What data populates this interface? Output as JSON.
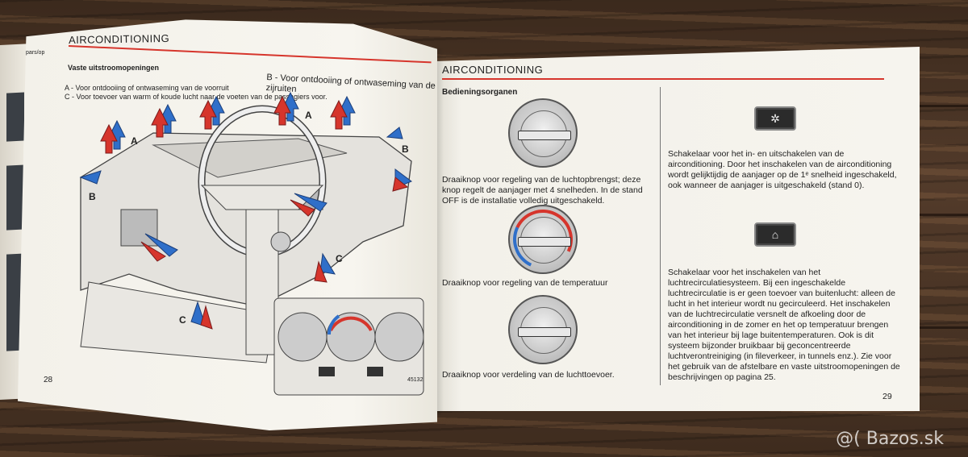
{
  "left_page": {
    "header": "AIRCONDITIONING",
    "section_title": "Vaste uitstroomopeningen",
    "legend_a": "A  -  Voor ontdooiing of ontwaseming van de voorruit",
    "legend_b": "B  -  Voor ontdooiing of ontwaseming van de zijruiten",
    "legend_c": "C  -  Voor toevoer van warm of koude lucht naar de voeten van de passagiers voor.",
    "labels": [
      "A",
      "A",
      "B",
      "B",
      "C",
      "C"
    ],
    "figure_ref": "45132",
    "page_number": "28",
    "edge_tab": "pars/op"
  },
  "right_page": {
    "header": "AIRCONDITIONING",
    "section_title": "Bedieningsorganen",
    "knob1_text": "Draaiknop voor regeling van de luchtopbrengst; deze knop regelt de aanjager met 4 snelheden. In de stand OFF is de installatie volledig uitgeschakeld.",
    "knob2_text": "Draaiknop voor regeling van de temperatuur",
    "knob3_text": "Draaiknop voor verdeling van de luchttoevoer.",
    "switch1_text": "Schakelaar voor het in- en uitschakelen van de airconditioning. Door het inschakelen van de airconditioning wordt gelijktijdig de aanjager op de 1ᵉ snelheid ingeschakeld, ook wanneer de aanjager is uitgeschakeld (stand 0).",
    "switch2_text": "Schakelaar voor het inschakelen van het luchtrecirculatiesysteem. Bij een ingeschakelde luchtrecirculatie is er geen toevoer van buitenlucht: alleen de lucht in het interieur wordt nu gecirculeerd. Het inschakelen van de luchtrecirculatie versnelt de afkoeling door de airconditioning in de zomer en het op temperatuur brengen van het interieur bij lage buitentemperaturen. Ook is dit systeem bijzonder bruikbaar bij geconcentreerde luchtverontreiniging (in fileverkeer, in tunnels enz.). Zie voor het gebruik van de afstelbare en vaste uitstroomopeningen de beschrijvingen op pagina 25.",
    "page_number": "29"
  },
  "watermark": "@( Bazos.sk",
  "colors": {
    "accent_red": "#d6352c",
    "arrow_blue": "#2f6fc9",
    "arrow_red": "#d6352c"
  },
  "icons": {
    "snowflake": "✲",
    "recirculation": "⌂"
  }
}
